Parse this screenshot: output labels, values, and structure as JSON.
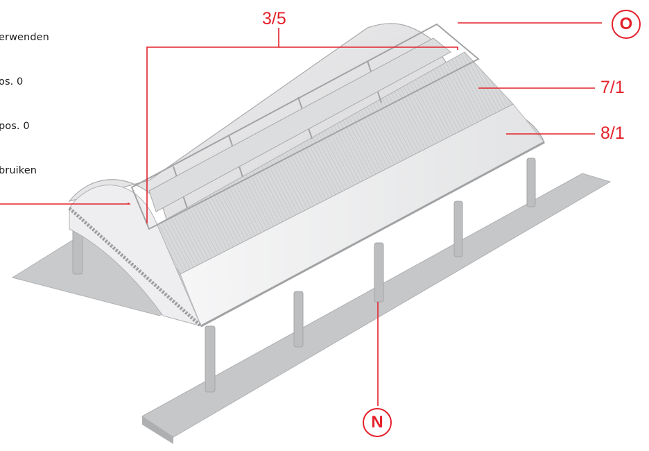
{
  "side_notes": [
    "erwenden",
    "os. 0",
    "pos. 0",
    "bruiken"
  ],
  "callouts": {
    "label_3_5": "3/5",
    "label_7_1": "7/1",
    "label_8_1": "8/1",
    "label_o": "O",
    "label_n": "N"
  },
  "colors": {
    "accent": "#e4202a",
    "roof_light": "#e9e9ea",
    "roof_mid": "#cfd0d2",
    "structure": "#b5b6b8",
    "platform": "#c4c5c7"
  }
}
